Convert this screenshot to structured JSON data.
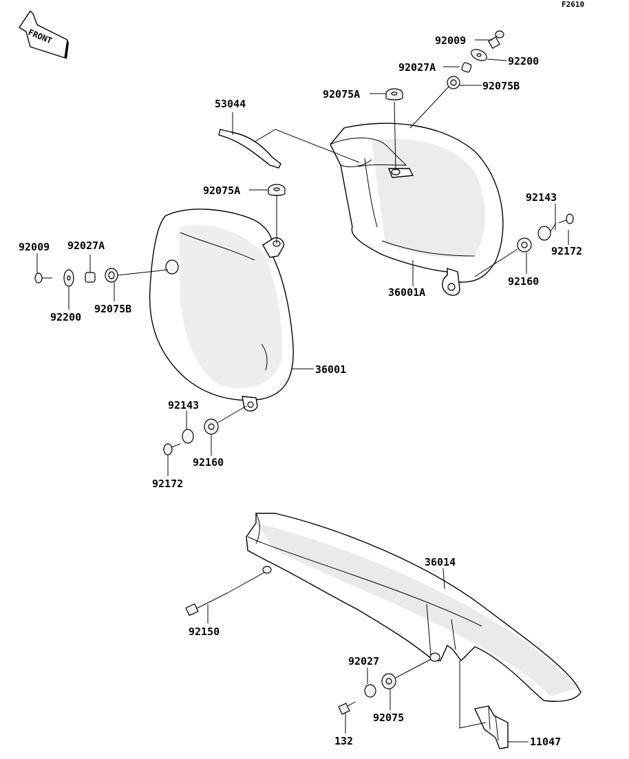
{
  "diagram_code": "F2610",
  "front_arrow": "FRONT",
  "labels": {
    "p92009_top": "92009",
    "p92200_top": "92200",
    "p92027A_top": "92027A",
    "p92075B_top": "92075B",
    "p92075A_top": "92075A",
    "p53044": "53044",
    "p92143_right": "92143",
    "p92172_right": "92172",
    "p92160_right": "92160",
    "p36001A": "36001A",
    "p92075A_left": "92075A",
    "p92009_left": "92009",
    "p92027A_left": "92027A",
    "p92200_left": "92200",
    "p92075B_left": "92075B",
    "p36001": "36001",
    "p92143_left": "92143",
    "p92160_left": "92160",
    "p92172_left": "92172",
    "p36014": "36014",
    "p92150": "92150",
    "p92027": "92027",
    "p92075": "92075",
    "p132": "132",
    "p11047": "11047"
  }
}
